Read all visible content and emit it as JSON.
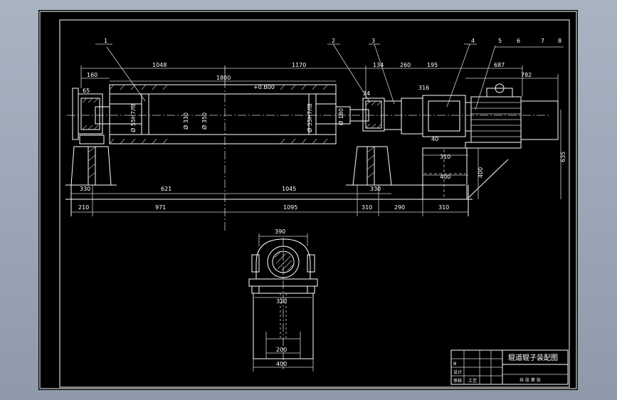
{
  "title_block": {
    "drawing_title": "辊道辊子装配图",
    "rows": [
      "Ⅲ",
      "设计",
      "审核",
      "工艺"
    ],
    "note": "共 张 第 张"
  },
  "part_numbers": [
    "1",
    "2",
    "3",
    "4",
    "5",
    "6",
    "7",
    "8"
  ],
  "dimensions": {
    "top_1048": "1048",
    "top_1170": "1170",
    "top_134": "134",
    "top_260": "260",
    "top_195": "195",
    "top_687": "687",
    "top_160": "160",
    "top_1800": "1800",
    "top_782": "782",
    "tol": "+0.B00",
    "left_65": "65",
    "sec_330": "330",
    "sec_350": "350",
    "bearing_left": "Ø 55H7/f8",
    "bearing_right": "Ø 55H7/f8",
    "dia_330": "Ø 330",
    "dia_350": "Ø 350",
    "dia_180": "Ø 180",
    "r_34": "34",
    "r_316": "316",
    "r_40": "40",
    "r_310": "310",
    "r_400": "400",
    "v_400": "400",
    "v_635": "635",
    "low_330a": "330",
    "low_621": "621",
    "low_1045": "1045",
    "low_330b": "330",
    "bot_210": "210",
    "bot_971": "971",
    "bot_1095": "1095",
    "bot_310a": "310",
    "bot_290": "290",
    "bot_310b": "310",
    "sv_390": "390",
    "sv_310": "310",
    "sv_200": "200",
    "sv_400": "400"
  }
}
